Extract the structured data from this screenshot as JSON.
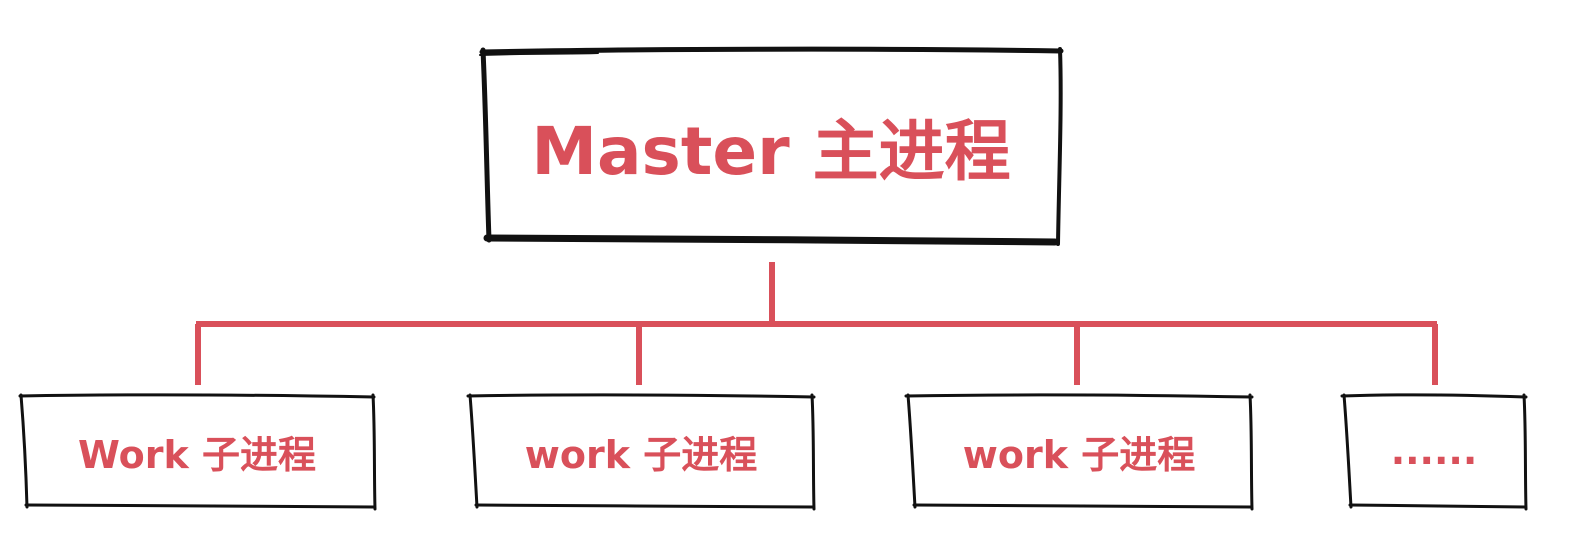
{
  "colors": {
    "accent": "#d9505a",
    "stroke": "#111111",
    "background": "#ffffff"
  },
  "master": {
    "label": "Master 主进程"
  },
  "workers": [
    {
      "label": "Work 子进程"
    },
    {
      "label": "work 子进程"
    },
    {
      "label": "work 子进程"
    },
    {
      "label": "......"
    }
  ]
}
